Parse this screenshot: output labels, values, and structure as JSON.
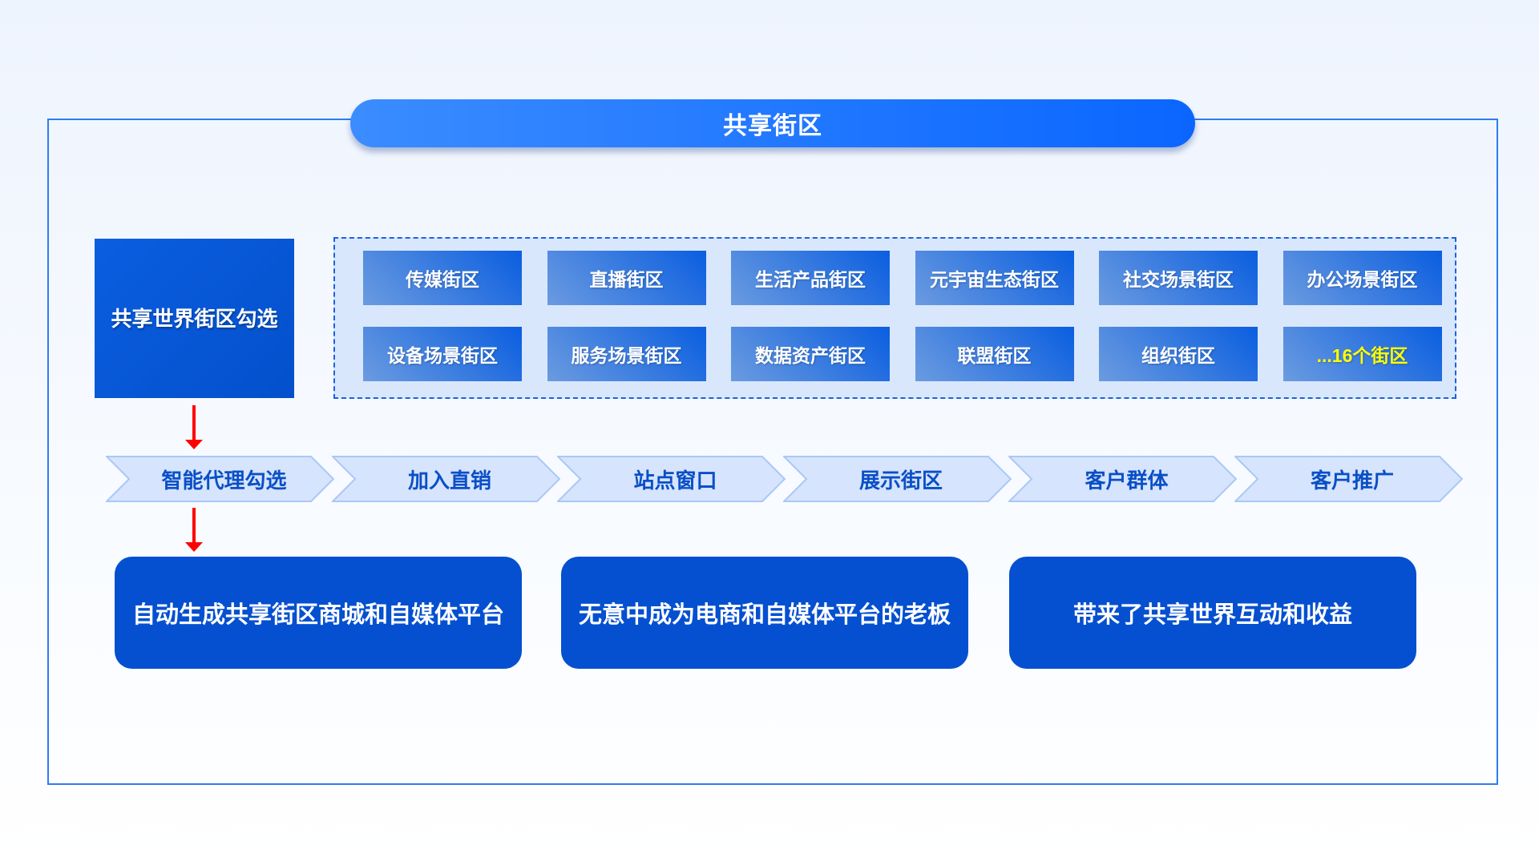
{
  "title": "共享街区",
  "left_box": "共享世界街区勾选",
  "districts": [
    {
      "label": "传媒街区"
    },
    {
      "label": "直播街区"
    },
    {
      "label": "生活产品街区"
    },
    {
      "label": "元宇宙生态街区"
    },
    {
      "label": "社交场景街区"
    },
    {
      "label": "办公场景街区"
    },
    {
      "label": "设备场景街区"
    },
    {
      "label": "服务场景街区"
    },
    {
      "label": "数据资产街区"
    },
    {
      "label": "联盟街区"
    },
    {
      "label": "组织街区"
    },
    {
      "label": "...16个街区"
    }
  ],
  "steps": [
    "智能代理勾选",
    "加入直销",
    "站点窗口",
    "展示街区",
    "客户群体",
    "客户推广"
  ],
  "outcomes": [
    "自动生成共享街区商城和自媒体平台",
    "无意中成为电商和自媒体平台的老板",
    "带来了共享世界互动和收益"
  ],
  "colors": {
    "primary": "#0550d0",
    "highlight": "#ffff00",
    "arrow": "#ff0000",
    "step_fill": "#d6e4fd"
  }
}
